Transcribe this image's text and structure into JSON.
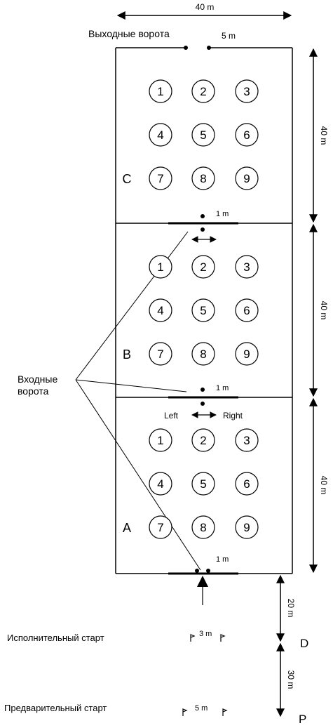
{
  "top_width_label": "40 m",
  "exit_gate_label": "Выходные ворота",
  "exit_gate_width": "5 m",
  "zones": [
    {
      "letter": "C",
      "height_label": "40 m",
      "gate_gap_label": "1 m",
      "numbers": [
        "1",
        "2",
        "3",
        "4",
        "5",
        "6",
        "7",
        "8",
        "9"
      ]
    },
    {
      "letter": "B",
      "height_label": "40 m",
      "gate_gap_label": "1 m",
      "numbers": [
        "1",
        "2",
        "3",
        "4",
        "5",
        "6",
        "7",
        "8",
        "9"
      ]
    },
    {
      "letter": "A",
      "height_label": "40 m",
      "gate_gap_label": "1 m",
      "numbers": [
        "1",
        "2",
        "3",
        "4",
        "5",
        "6",
        "7",
        "8",
        "9"
      ]
    }
  ],
  "entry_gates_label": [
    "Входные",
    "ворота"
  ],
  "direction_left": "Left",
  "direction_right": "Right",
  "track": {
    "d_distance": "20 m",
    "d_label": "D",
    "p_distance": "30 m",
    "p_label": "P"
  },
  "executive_start": {
    "label": "Исполнительный старт",
    "width": "3 m"
  },
  "preliminary_start": {
    "label": "Предварительный старт",
    "width": "5 m"
  }
}
